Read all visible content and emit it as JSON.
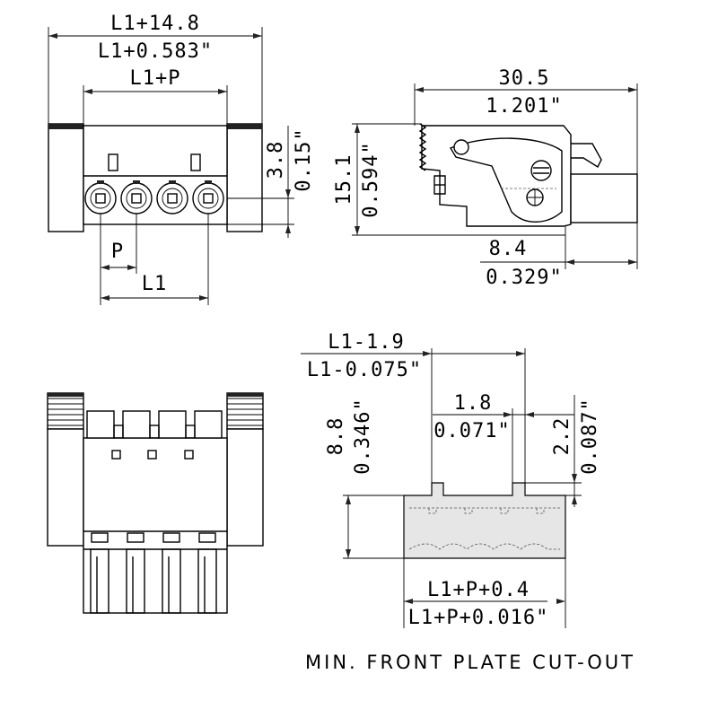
{
  "top_view": {
    "overall_width_mm": "L1+14.8",
    "overall_width_in": "L1+0.583\"",
    "inner_width": "L1+P",
    "height_mm": "3.8",
    "height_in": "0.15\"",
    "pitch": "P",
    "length": "L1"
  },
  "side_view": {
    "length_mm": "30.5",
    "length_in": "1.201\"",
    "height_mm": "15.1",
    "height_in": "0.594\"",
    "offset_mm": "8.4",
    "offset_in": "0.329\""
  },
  "cutout_view": {
    "width_mm": "L1-1.9",
    "width_in": "L1-0.075\"",
    "tab_width_mm": "1.8",
    "tab_width_in": "0.071\"",
    "tab_height_mm": "2.2",
    "tab_height_in": "0.087\"",
    "height_mm": "8.8",
    "height_in": "0.346\"",
    "bottom_width_mm": "L1+P+0.4",
    "bottom_width_in": "L1+P+0.016\""
  },
  "caption": "MIN. FRONT PLATE CUT-OUT",
  "pole_count": 4
}
